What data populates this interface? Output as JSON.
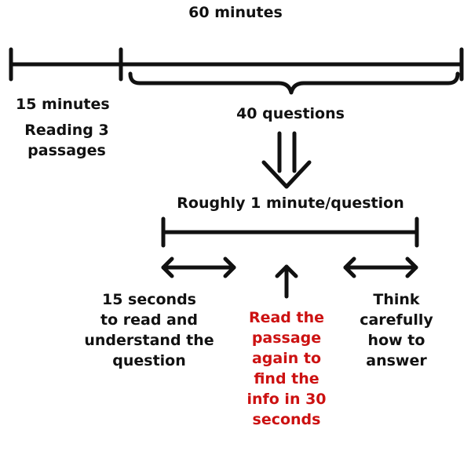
{
  "top_label": "60 minutes",
  "left_block": {
    "label1": "15 minutes",
    "label2_lines": [
      "Reading 3",
      "passages"
    ]
  },
  "questions_label": "40 questions",
  "roughly_label": "Roughly 1 minute/question",
  "left_sub_lines": [
    "15 seconds",
    "to read and",
    "understand the",
    "question"
  ],
  "middle_sub_lines": [
    "Read the",
    "passage",
    "again to",
    "find the",
    "info in 30",
    "seconds"
  ],
  "right_sub_lines": [
    "Think",
    "carefully",
    "how to",
    "answer"
  ],
  "colors": {
    "ink": "#111111",
    "highlight": "#cc1111"
  }
}
